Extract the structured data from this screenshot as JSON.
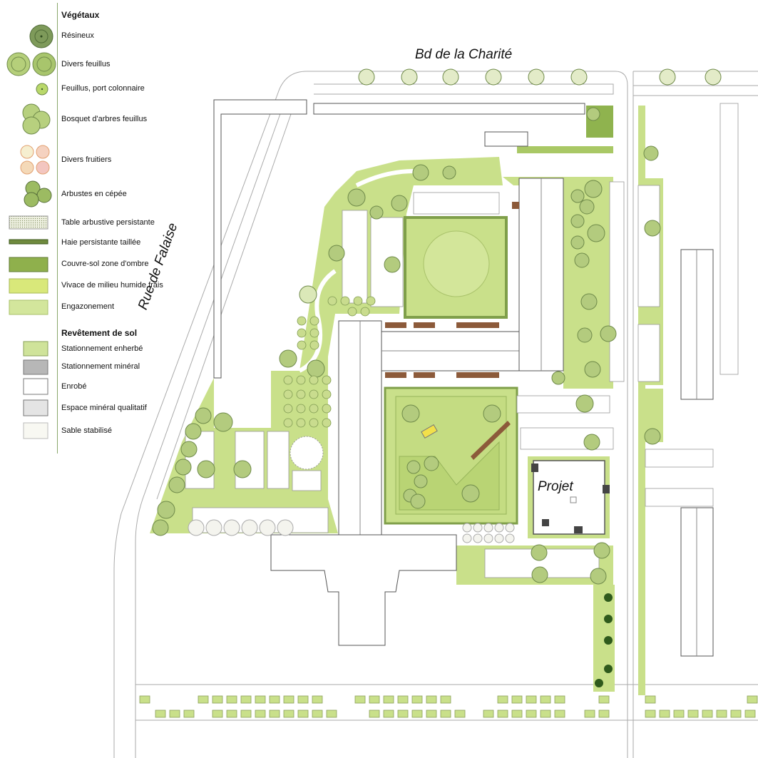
{
  "legend": {
    "vegetation_title": "Végétaux",
    "vegetation_items": [
      {
        "label": "Résineux",
        "icon": "conifer-tree-icon"
      },
      {
        "label": "Divers feuillus",
        "icon": "deciduous-tree-icon"
      },
      {
        "label": "Feuillus, port colonnaire",
        "icon": "columnar-tree-icon"
      },
      {
        "label": "Bosquet d'arbres feuillus",
        "icon": "grove-icon"
      },
      {
        "label": "Divers fruitiers",
        "icon": "fruit-tree-icon"
      },
      {
        "label": "Arbustes en cépée",
        "icon": "shrub-cluster-icon"
      },
      {
        "label": "Table arbustive persistante",
        "icon": "evergreen-shrub-bed-icon"
      },
      {
        "label": "Haie persistante taillée",
        "icon": "trimmed-hedge-icon"
      },
      {
        "label": "Couvre-sol zone d'ombre",
        "icon": "shade-groundcover-icon"
      },
      {
        "label": "Vivace de milieu humide.frais",
        "icon": "wet-perennial-icon"
      },
      {
        "label": "Engazonement",
        "icon": "lawn-icon"
      }
    ],
    "surface_title": "Revêtement de sol",
    "surface_items": [
      {
        "label": "Stationnement enherbé",
        "icon": "grass-parking-icon"
      },
      {
        "label": "Stationnement minéral",
        "icon": "mineral-parking-icon"
      },
      {
        "label": "Enrobé",
        "icon": "asphalt-icon"
      },
      {
        "label": "Espace minéral qualitatif",
        "icon": "quality-mineral-icon"
      },
      {
        "label": "Sable stabilisé",
        "icon": "stabilized-sand-icon"
      }
    ]
  },
  "map": {
    "street_north": "Bd de la Charité",
    "street_west": "Rue de Falaise",
    "project_label": "Projet"
  },
  "colors": {
    "lawn": "#c9e08a",
    "lawn_light": "#dbeaa8",
    "shade_cover": "#a8c862",
    "hedge": "#7f9f4a",
    "tree_fill": "#b3cb7e",
    "tree_stroke": "#6f8a4a",
    "building_stroke": "#555555",
    "roof_brown": "#8c5a3a",
    "line": "#999999"
  }
}
